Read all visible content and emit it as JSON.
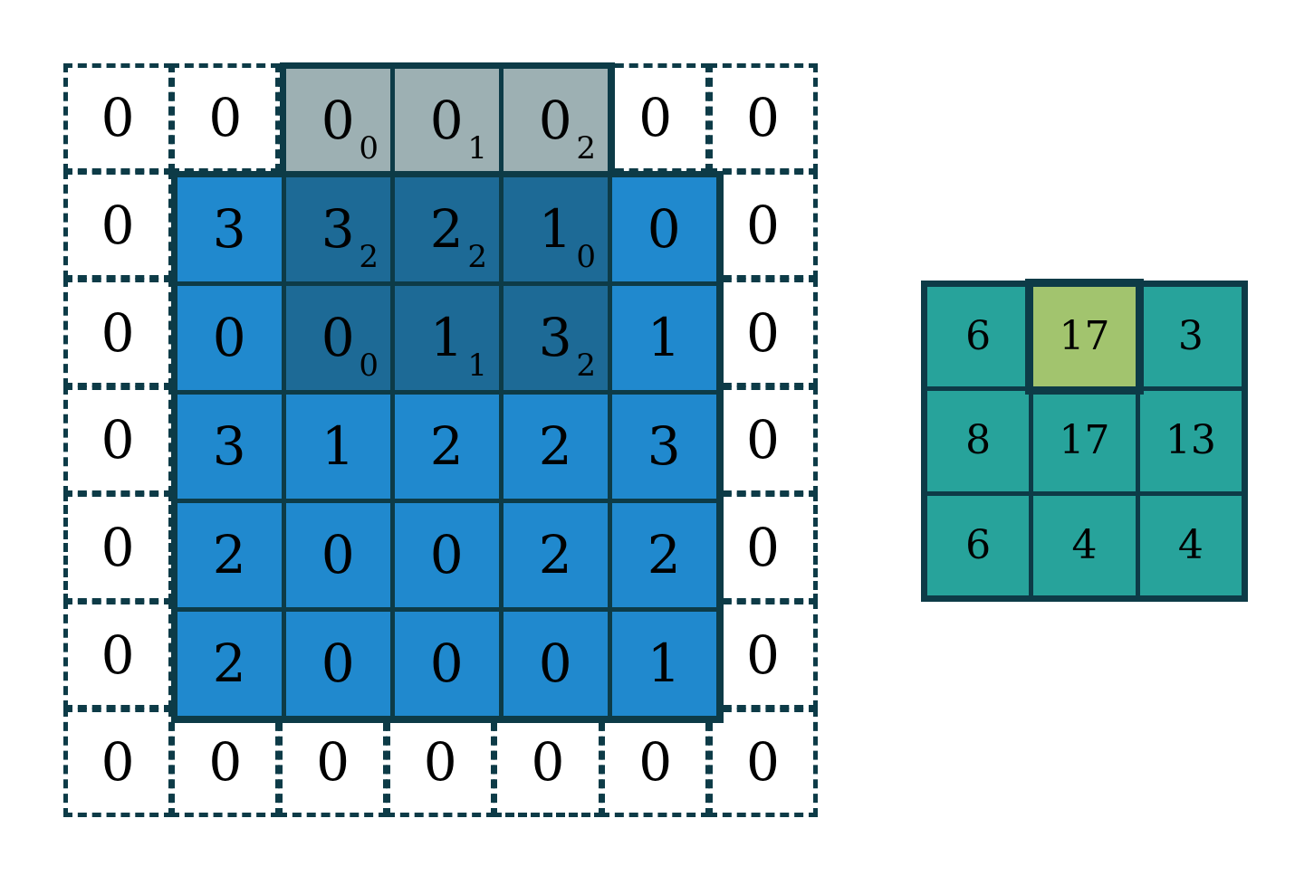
{
  "diagram": {
    "title": "convolution-sliding-window",
    "colors": {
      "border": "#0d3b47",
      "input_fill": "#2089ce",
      "input_fill_under_kernel": "#1d6a96",
      "kernel_overlay_fill": "#9db0b3",
      "output_fill": "#27a39b",
      "output_highlight_fill": "#a2c46e",
      "background": "#ffffff",
      "text": "#000000"
    }
  },
  "input": {
    "label": "padded-input-matrix",
    "padding_value": "0",
    "rows": 7,
    "cols": 7,
    "padding_cells": [
      [
        "0",
        "0",
        "0",
        "0",
        "0",
        "0",
        "0"
      ],
      [
        "0",
        "",
        "",
        "",
        "",
        "",
        "0"
      ],
      [
        "0",
        "",
        "",
        "",
        "",
        "",
        "0"
      ],
      [
        "0",
        "",
        "",
        "",
        "",
        "",
        "0"
      ],
      [
        "0",
        "",
        "",
        "",
        "",
        "",
        "0"
      ],
      [
        "0",
        "",
        "",
        "",
        "",
        "",
        "0"
      ],
      [
        "0",
        "0",
        "0",
        "0",
        "0",
        "0",
        "0"
      ]
    ],
    "data_rows": [
      [
        {
          "value": "3",
          "sub": null,
          "under_kernel": false
        },
        {
          "value": "3",
          "sub": "2",
          "under_kernel": true
        },
        {
          "value": "2",
          "sub": "2",
          "under_kernel": true
        },
        {
          "value": "1",
          "sub": "0",
          "under_kernel": true
        },
        {
          "value": "0",
          "sub": null,
          "under_kernel": false
        }
      ],
      [
        {
          "value": "0",
          "sub": null,
          "under_kernel": false
        },
        {
          "value": "0",
          "sub": "0",
          "under_kernel": true
        },
        {
          "value": "1",
          "sub": "1",
          "under_kernel": true
        },
        {
          "value": "3",
          "sub": "2",
          "under_kernel": true
        },
        {
          "value": "1",
          "sub": null,
          "under_kernel": false
        }
      ],
      [
        {
          "value": "3",
          "sub": null,
          "under_kernel": false
        },
        {
          "value": "1",
          "sub": null,
          "under_kernel": false
        },
        {
          "value": "2",
          "sub": null,
          "under_kernel": false
        },
        {
          "value": "2",
          "sub": null,
          "under_kernel": false
        },
        {
          "value": "3",
          "sub": null,
          "under_kernel": false
        }
      ],
      [
        {
          "value": "2",
          "sub": null,
          "under_kernel": false
        },
        {
          "value": "0",
          "sub": null,
          "under_kernel": false
        },
        {
          "value": "0",
          "sub": null,
          "under_kernel": false
        },
        {
          "value": "2",
          "sub": null,
          "under_kernel": false
        },
        {
          "value": "2",
          "sub": null,
          "under_kernel": false
        }
      ],
      [
        {
          "value": "2",
          "sub": null,
          "under_kernel": false
        },
        {
          "value": "0",
          "sub": null,
          "under_kernel": false
        },
        {
          "value": "0",
          "sub": null,
          "under_kernel": false
        },
        {
          "value": "0",
          "sub": null,
          "under_kernel": false
        },
        {
          "value": "1",
          "sub": null,
          "under_kernel": false
        }
      ]
    ]
  },
  "kernel_overlay": {
    "label": "kernel-window-top-row-on-padding",
    "cells": [
      {
        "value": "0",
        "sub": "0"
      },
      {
        "value": "0",
        "sub": "1"
      },
      {
        "value": "0",
        "sub": "2"
      }
    ]
  },
  "output": {
    "label": "output-feature-map",
    "rows": 3,
    "cols": 3,
    "cells": [
      [
        {
          "value": "6",
          "highlight": false
        },
        {
          "value": "17",
          "highlight": true
        },
        {
          "value": "3",
          "highlight": false
        }
      ],
      [
        {
          "value": "8",
          "highlight": false
        },
        {
          "value": "17",
          "highlight": false
        },
        {
          "value": "13",
          "highlight": false
        }
      ],
      [
        {
          "value": "6",
          "highlight": false
        },
        {
          "value": "4",
          "highlight": false
        },
        {
          "value": "4",
          "highlight": false
        }
      ]
    ]
  }
}
